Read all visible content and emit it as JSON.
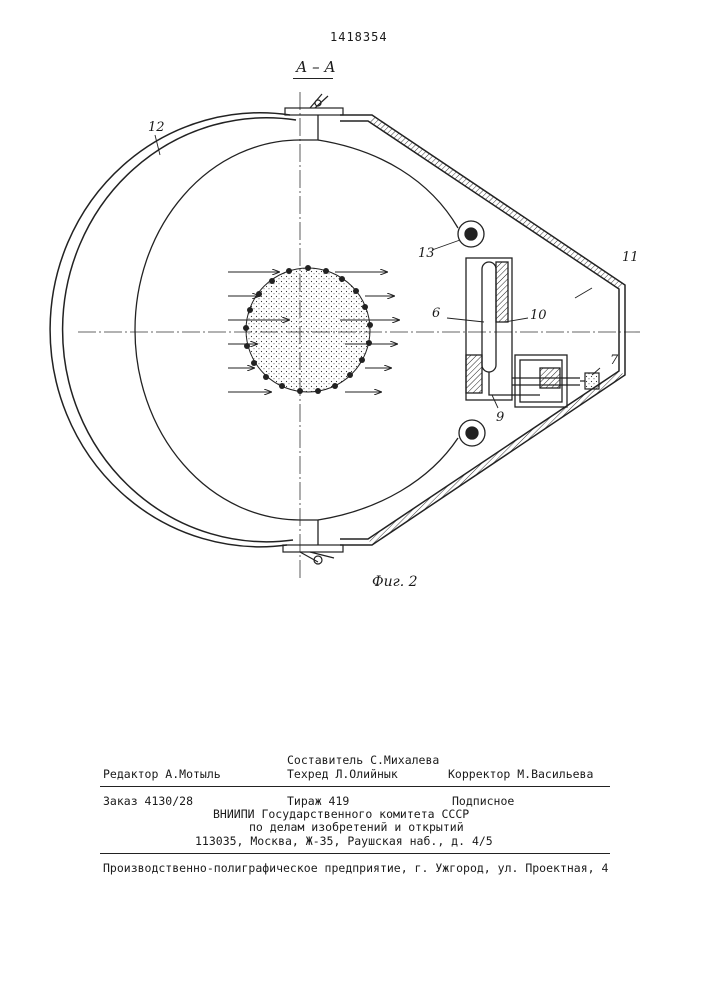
{
  "document": {
    "patent_number": "1418354",
    "section_label": "А – А",
    "figure_caption": "Фиг. 2",
    "callouts": [
      "12",
      "13",
      "6",
      "10",
      "11",
      "7",
      "9"
    ]
  },
  "footer": {
    "compiler": "Составитель С.Михалева",
    "editor": "Редактор А.Мотыль",
    "techred": "Техред Л.Олийнык",
    "corrector": "Корректор М.Васильева",
    "order": "Заказ 4130/28",
    "circulation": "Тираж 419",
    "subscription": "Подписное",
    "org_line1": "ВНИИПИ Государственного комитета СССР",
    "org_line2": "по делам изобретений и открытий",
    "address": "113035, Москва, Ж-35, Раушская наб., д. 4/5",
    "printer": "Производственно-полиграфическое предприятие, г. Ужгород, ул. Проектная, 4"
  }
}
